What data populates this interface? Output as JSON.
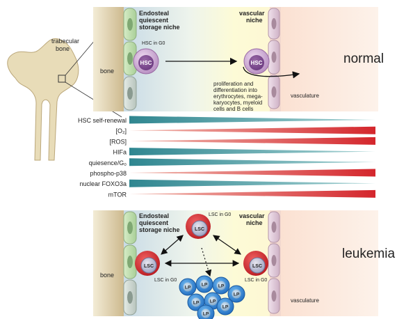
{
  "bone_inset": {
    "label_line1": "trabecular",
    "label_line2": "bone"
  },
  "normal_panel": {
    "state_label": "normal",
    "bone_label": "bone",
    "endosteal_line1": "Endosteal",
    "endosteal_line2": "quiescent",
    "endosteal_line3": "storage niche",
    "vascular_line1": "vascular",
    "vascular_line2": "niche",
    "hsc_in_g0": "HSC in G0",
    "hsc_label": "HSC",
    "vasculature_label": "vasculature",
    "differentiation_lines": [
      "proliferation and",
      "differentiation into",
      "erythrocytes, mega-",
      "karyocytes, myeloid",
      "cells and B cells"
    ]
  },
  "gradients": {
    "rows": [
      {
        "label": "HSC self-renewal",
        "trend": "decreasing",
        "color": "#3a8e94"
      },
      {
        "label": "[O₂]",
        "trend": "increasing",
        "color": "#d4262c"
      },
      {
        "label": "[ROS]",
        "trend": "increasing",
        "color": "#d4262c"
      },
      {
        "label": "HIFa",
        "trend": "decreasing",
        "color": "#3a8e94"
      },
      {
        "label": "quiesence/G₀",
        "trend": "decreasing",
        "color": "#3a8e94"
      },
      {
        "label": "phospho-p38",
        "trend": "increasing",
        "color": "#d4262c"
      },
      {
        "label": "nuclear FOXO3a",
        "trend": "decreasing",
        "color": "#3a8e94"
      },
      {
        "label": "mTOR",
        "trend": "increasing",
        "color": "#d4262c"
      }
    ]
  },
  "leukemia_panel": {
    "state_label": "leukemia",
    "bone_label": "bone",
    "endosteal_line1": "Endosteal",
    "endosteal_line2": "quiescent",
    "endosteal_line3": "storage niche",
    "vascular_line1": "vascular",
    "vascular_line2": "niche",
    "lsc_in_g0": "LSC in G0",
    "lsc_label": "LSC",
    "lp_label": "LP",
    "vasculature_label": "vasculature"
  },
  "colors": {
    "bone": "#c9b98e",
    "endosteal_bg": "#dbe8ee",
    "vascular_bg": "#fdfbd8",
    "vasculature": "#f8d8cc",
    "hsc": "#8e5496",
    "lsc_ring": "#d4262c",
    "lp": "#2a7fd0"
  }
}
